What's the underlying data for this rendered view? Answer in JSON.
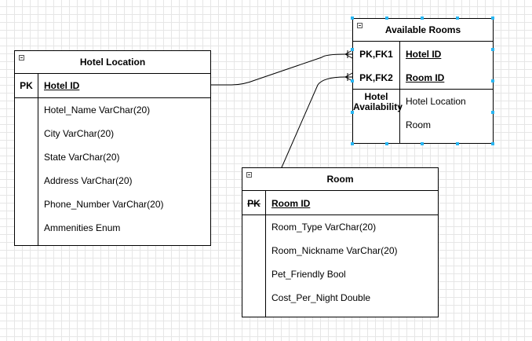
{
  "hotel_location": {
    "title": "Hotel Location",
    "pk": {
      "key": "PK",
      "name": "Hotel ID"
    },
    "fields": [
      "Hotel_Name VarChar(20)",
      "City VarChar(20)",
      "State VarChar(20)",
      "Address VarChar(20)",
      "Phone_Number VarChar(20)",
      "Ammenities Enum"
    ]
  },
  "available_rooms": {
    "title": "Available Rooms",
    "keys": [
      {
        "key": "PK,FK1",
        "name": "Hotel ID"
      },
      {
        "key": "PK,FK2",
        "name": "Room ID"
      }
    ],
    "group_label": "Hotel\nAvailability",
    "fields": [
      "Hotel Location",
      "Room"
    ]
  },
  "room": {
    "title": "Room",
    "pk": {
      "key": "PK",
      "name": "Room ID"
    },
    "fields": [
      "Room_Type VarChar(20)",
      "Room_Nickname VarChar(20)",
      "Pet_Friendly Bool",
      "Cost_Per_Night Double"
    ]
  },
  "colors": {
    "line": "#000000",
    "selection": "#29b6f2",
    "grid": "#e6e6e6"
  }
}
